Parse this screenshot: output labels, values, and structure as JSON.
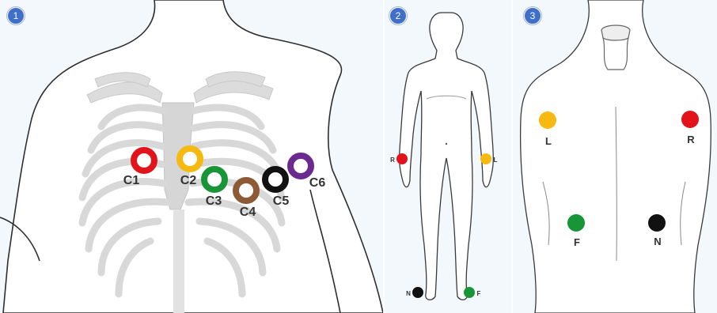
{
  "panels": [
    {
      "badge": "1",
      "chest_electrodes": [
        {
          "label": "C1",
          "color": "#e3131b"
        },
        {
          "label": "C2",
          "color": "#f5b90f"
        },
        {
          "label": "C3",
          "color": "#179537"
        },
        {
          "label": "C4",
          "color": "#8e5a35"
        },
        {
          "label": "C5",
          "color": "#111111"
        },
        {
          "label": "C6",
          "color": "#6b2a8f"
        }
      ]
    },
    {
      "badge": "2",
      "limb_electrodes": [
        {
          "label": "R",
          "color": "#e3131b"
        },
        {
          "label": "L",
          "color": "#f5b90f"
        },
        {
          "label": "N",
          "color": "#111111"
        },
        {
          "label": "F",
          "color": "#179537"
        }
      ]
    },
    {
      "badge": "3",
      "back_electrodes": [
        {
          "label": "L",
          "color": "#f5b90f"
        },
        {
          "label": "R",
          "color": "#e3131b"
        },
        {
          "label": "F",
          "color": "#179537"
        },
        {
          "label": "N",
          "color": "#111111"
        }
      ]
    }
  ]
}
